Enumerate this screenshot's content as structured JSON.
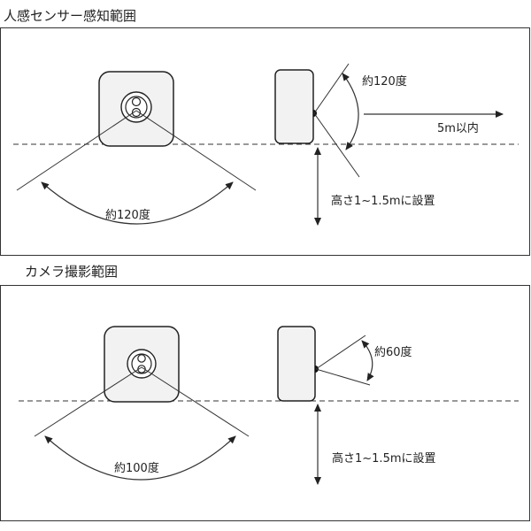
{
  "sensor_section": {
    "heading": "人感センサー感知範囲",
    "front_angle_label": "約120度",
    "side_angle_label": "約120度",
    "range_label": "5m以内",
    "height_label": "高さ1~1.5mに設置"
  },
  "camera_section": {
    "heading": "カメラ撮影範囲",
    "front_angle_label": "約100度",
    "side_angle_label": "約60度",
    "height_label": "高さ1~1.5mに設置"
  }
}
